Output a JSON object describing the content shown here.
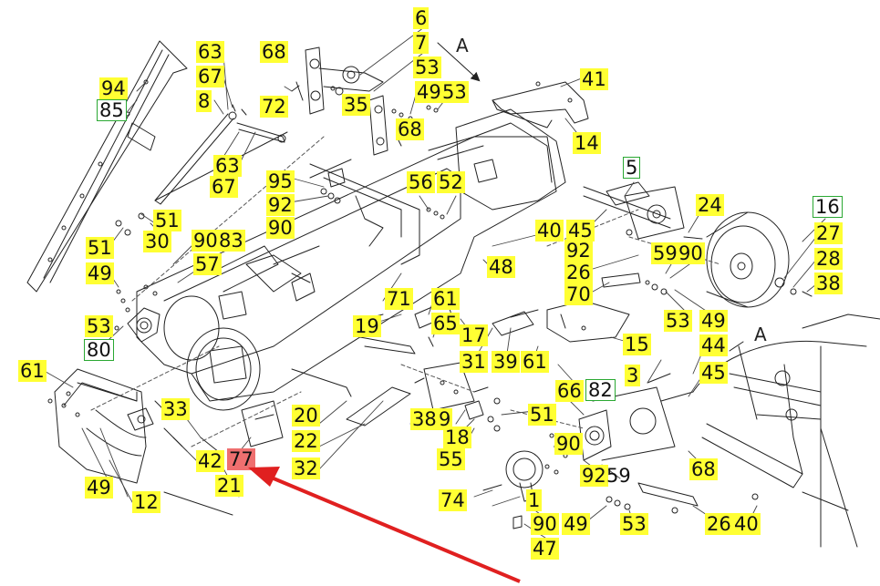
{
  "colors": {
    "label_fill": "#ffff33",
    "highlight_fill": "#ef6f6f",
    "box_stroke": "#2aa832",
    "arrow": "#e02020",
    "line": "#222222"
  },
  "view_markers": {
    "a_top": "A",
    "a_right": "A"
  },
  "labels": {
    "l_94": "94",
    "l_85": "85",
    "l_63a": "63",
    "l_67a": "67",
    "l_8": "8",
    "l_68a": "68",
    "l_72": "72",
    "l_6": "6",
    "l_7": "7",
    "l_53a": "53",
    "l_49a": "49",
    "l_53b": "53",
    "l_35": "35",
    "l_68b": "68",
    "l_41": "41",
    "l_14": "14",
    "l_63b": "63",
    "l_67b": "67",
    "l_95": "95",
    "l_92a": "92",
    "l_90a": "90",
    "l_56": "56",
    "l_52": "52",
    "l_51a": "51",
    "l_30": "30",
    "l_51b": "51",
    "l_90b": "90",
    "l_83": "83",
    "l_57": "57",
    "l_49b": "49",
    "l_40": "40",
    "l_45a": "45",
    "l_92b": "92",
    "l_26a": "26",
    "l_70": "70",
    "l_48": "48",
    "l_5": "5",
    "l_24": "24",
    "l_59a": "59",
    "l_90c": "90",
    "l_16": "16",
    "l_27": "27",
    "l_28": "28",
    "l_38a": "38",
    "l_53c": "53",
    "l_80": "80",
    "l_71": "71",
    "l_61a": "61",
    "l_65": "65",
    "l_19": "19",
    "l_17": "17",
    "l_31": "31",
    "l_39": "39",
    "l_61b": "61",
    "l_15": "15",
    "l_53d": "53",
    "l_49c": "49",
    "l_44": "44",
    "l_45b": "45",
    "l_61c": "61",
    "l_3": "3",
    "l_66": "66",
    "l_82": "82",
    "l_33": "33",
    "l_20": "20",
    "l_22": "22",
    "l_32": "32",
    "l_38b": "38",
    "l_9": "9",
    "l_51c": "51",
    "l_18": "18",
    "l_55": "55",
    "l_90d": "90",
    "l_92c": "92",
    "l_59b": "59",
    "l_42": "42",
    "l_77": "77",
    "l_21": "21",
    "l_49d": "49",
    "l_12": "12",
    "l_74": "74",
    "l_1": "1",
    "l_90e": "90",
    "l_49e": "49",
    "l_47": "47",
    "l_53e": "53",
    "l_26b": "26",
    "l_40b": "40",
    "l_68c": "68"
  }
}
